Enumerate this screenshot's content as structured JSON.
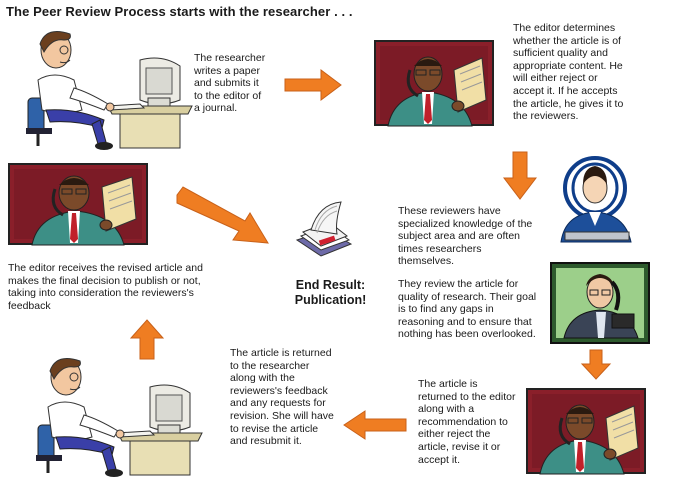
{
  "title": "The Peer Review Process starts with the researcher . . .",
  "steps": {
    "researcher_writes": "The researcher writes a paper and submits it to the editor of a journal.",
    "editor_determines": "The editor determines whether the article is of sufficient quality and appropriate content.  He will either reject or accept it.  If he accepts the article, he gives it to the reviewers.",
    "reviewers_knowledge": "These reviewers have specialized knowledge of the subject area and are often times researchers themselves.",
    "reviewers_review": "They review the article for quality of research.  Their goal is to find any gaps in reasoning and to ensure that nothing has been overlooked.",
    "returned_to_editor": "The article is returned to the editor along with a recommendation to either reject the article, revise it or accept it.",
    "returned_to_researcher": "The article is returned to the researcher along with the reviewers's feedback and any requests for revision.  She will have to revise the article and resubmit it.",
    "editor_final": "The editor receives the revised article and makes the final decision  to publish or not, taking into consideration the reviewers's feedback"
  },
  "end_result": "End Result: Publication!",
  "colors": {
    "arrow": "#ef7d22",
    "arrow_edge": "#c8611a",
    "frame": "#7a1a24"
  }
}
